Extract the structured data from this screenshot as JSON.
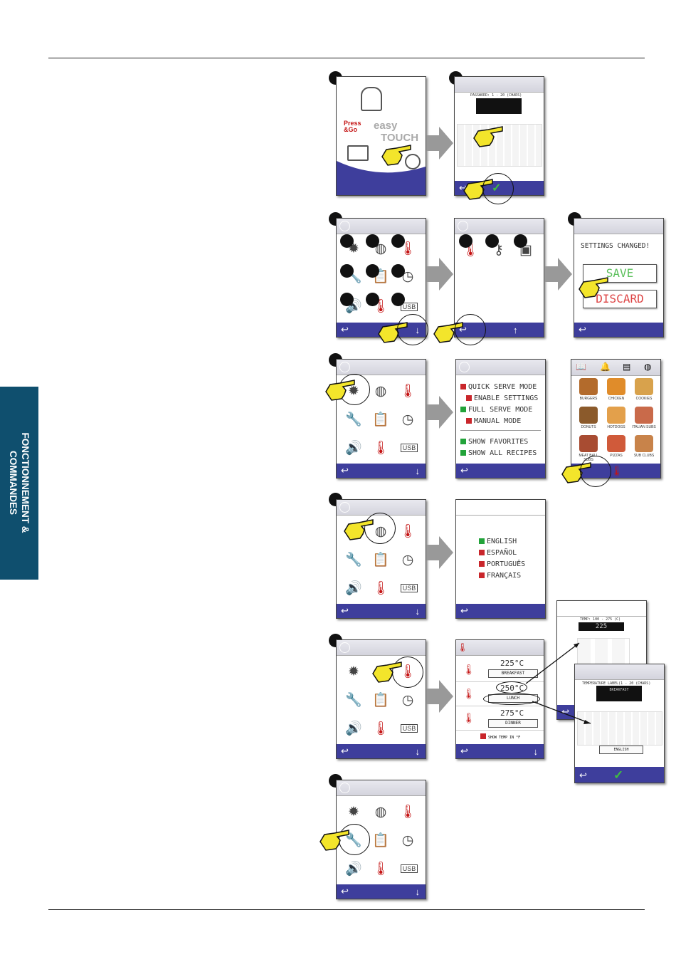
{
  "sidebar_tab": {
    "line1": "FONCTIONNEMENT &",
    "line2": "COMMANDES"
  },
  "login": {
    "press_go": "Press\n&Go",
    "easy": "easy",
    "touch": "TOUCH"
  },
  "password": {
    "prompt": "PASSWORD: 1 - 20 (CHARS)"
  },
  "settings_changed": {
    "title": "SETTINGS CHANGED!",
    "save": "SAVE",
    "discard": "DISCARD"
  },
  "mode_menu": {
    "items": [
      {
        "label": "QUICK SERVE MODE",
        "color": "#c9262b"
      },
      {
        "label": "ENABLE SETTINGS",
        "color": "#c9262b"
      },
      {
        "label": "FULL SERVE MODE",
        "color": "#22a33a"
      },
      {
        "label": "MANUAL MODE",
        "color": "#c9262b"
      },
      {
        "label": "SHOW FAVORITES",
        "color": "#22a33a"
      },
      {
        "label": "SHOW ALL RECIPES",
        "color": "#22a33a"
      }
    ]
  },
  "recipes": {
    "labels": [
      "BURGERS",
      "CHICKEN",
      "COOKIES",
      "DONUTS",
      "HOTDOGS",
      "ITALIAN SUBS",
      "MEAT BALL SUBS",
      "PIZZAS",
      "SUB CLUBS"
    ]
  },
  "languages": {
    "items": [
      "ENGLISH",
      "ESPAÑOL",
      "PORTUGUÊS",
      "FRANÇAIS"
    ]
  },
  "temps": {
    "t1": "225°C",
    "l1": "BREAKFAST",
    "t2": "250°C",
    "l2": "LUNCH",
    "t3": "275°C",
    "l3": "DINNER",
    "show_f": "SHOW TEMP IN °F"
  },
  "temp_entry": {
    "prompt": "TEMP: 100 - 275 (C)",
    "value": "225"
  },
  "label_entry": {
    "prompt": "TEMPERATURE LABEL(1 - 20 (CHARS)",
    "value": "BREAKFAST",
    "lang": "ENGLISH"
  },
  "icons": {
    "menu": [
      "gear-icon",
      "globe-icon",
      "thermometer-icon",
      "wrench-icon",
      "clipboard-icon",
      "clock-icon",
      "speaker-icon",
      "thermometer-clock-icon",
      "usb-icon"
    ]
  },
  "colors": {
    "bar": "#3e3e9c",
    "tab": "#0f4f6e",
    "hand": "#f3e52b"
  }
}
